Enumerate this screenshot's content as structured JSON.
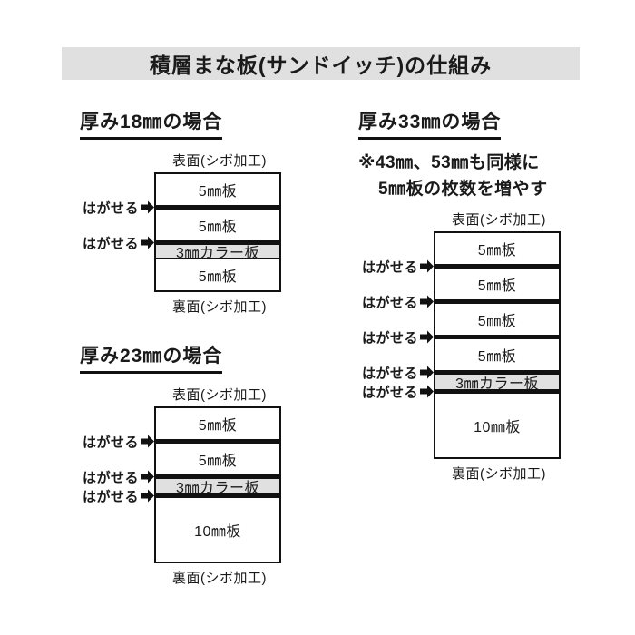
{
  "page": {
    "title": "積層まな板(サンドイッチ)の仕組み"
  },
  "labels": {
    "peel": "はがせる",
    "front": "表面(シボ加工)",
    "back": "裏面(シボ加工)"
  },
  "colors": {
    "title_bar_gray": "#e0e0e0",
    "color_board_gray": "#e0e0e0",
    "line_black": "#111111"
  },
  "diagrams": [
    {
      "id": "18mm",
      "heading": "厚み18㎜の場合",
      "layers": [
        {
          "type": "board",
          "label": "5㎜板",
          "mm": 5
        },
        {
          "type": "peel"
        },
        {
          "type": "board",
          "label": "5㎜板",
          "mm": 5
        },
        {
          "type": "peel"
        },
        {
          "type": "board",
          "label": "3㎜カラー板",
          "mm": 3,
          "color": true,
          "thin_bottom": true
        },
        {
          "type": "board",
          "label": "5㎜板",
          "mm": 5
        }
      ]
    },
    {
      "id": "23mm",
      "heading": "厚み23㎜の場合",
      "layers": [
        {
          "type": "board",
          "label": "5㎜板",
          "mm": 5
        },
        {
          "type": "peel"
        },
        {
          "type": "board",
          "label": "5㎜板",
          "mm": 5
        },
        {
          "type": "peel"
        },
        {
          "type": "board",
          "label": "3㎜カラー板",
          "mm": 3,
          "color": true
        },
        {
          "type": "peel"
        },
        {
          "type": "board",
          "label": "10㎜板",
          "mm": 10
        }
      ]
    },
    {
      "id": "33mm",
      "heading": "厚み33㎜の場合",
      "note_line1": "※43㎜、53㎜も同様に",
      "note_line2": "5㎜板の枚数を増やす",
      "layers": [
        {
          "type": "board",
          "label": "5㎜板",
          "mm": 5
        },
        {
          "type": "peel"
        },
        {
          "type": "board",
          "label": "5㎜板",
          "mm": 5
        },
        {
          "type": "peel"
        },
        {
          "type": "board",
          "label": "5㎜板",
          "mm": 5
        },
        {
          "type": "peel"
        },
        {
          "type": "board",
          "label": "5㎜板",
          "mm": 5
        },
        {
          "type": "peel"
        },
        {
          "type": "board",
          "label": "3㎜カラー板",
          "mm": 3,
          "color": true
        },
        {
          "type": "peel"
        },
        {
          "type": "board",
          "label": "10㎜板",
          "mm": 10
        }
      ]
    }
  ]
}
